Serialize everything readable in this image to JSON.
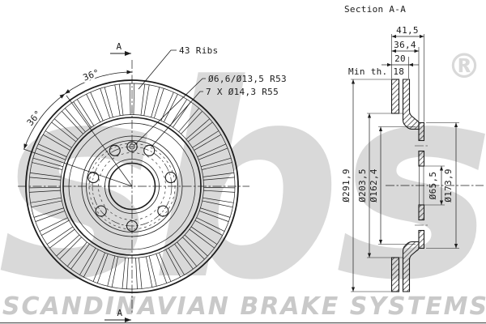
{
  "drawing": {
    "section_title": "Section A-A",
    "front": {
      "ribs_label": "43 Ribs",
      "ribs_count": 43,
      "locating_hole_label": "Ø6,6/Ø13,5  R53",
      "bolt_hole_label": "7 X Ø14,3  R55",
      "bolt_hole_count": 7,
      "angle_label_1": "36°",
      "angle_label_2": "36°",
      "section_marker": "A"
    },
    "section": {
      "dim_total_width": "41,5",
      "dim_hat_width": "36,4",
      "dim_band_width": "20",
      "dim_min_thickness": "Min th. 18",
      "dim_outer_dia": "Ø291,9",
      "dim_friction_dia": "Ø203,5",
      "dim_hat_dia": "Ø162,4",
      "dim_bore_dia": "Ø65,5",
      "dim_flange_dia": "Ø173,9"
    },
    "watermark": {
      "logo": "sbs",
      "registered": "®",
      "banner": "SCANDINAVIAN BRAKE SYSTEMS"
    },
    "colors": {
      "line": "#1c1c1c",
      "watermark": "#d9d9d9",
      "banner": "#c9c9c9"
    }
  }
}
